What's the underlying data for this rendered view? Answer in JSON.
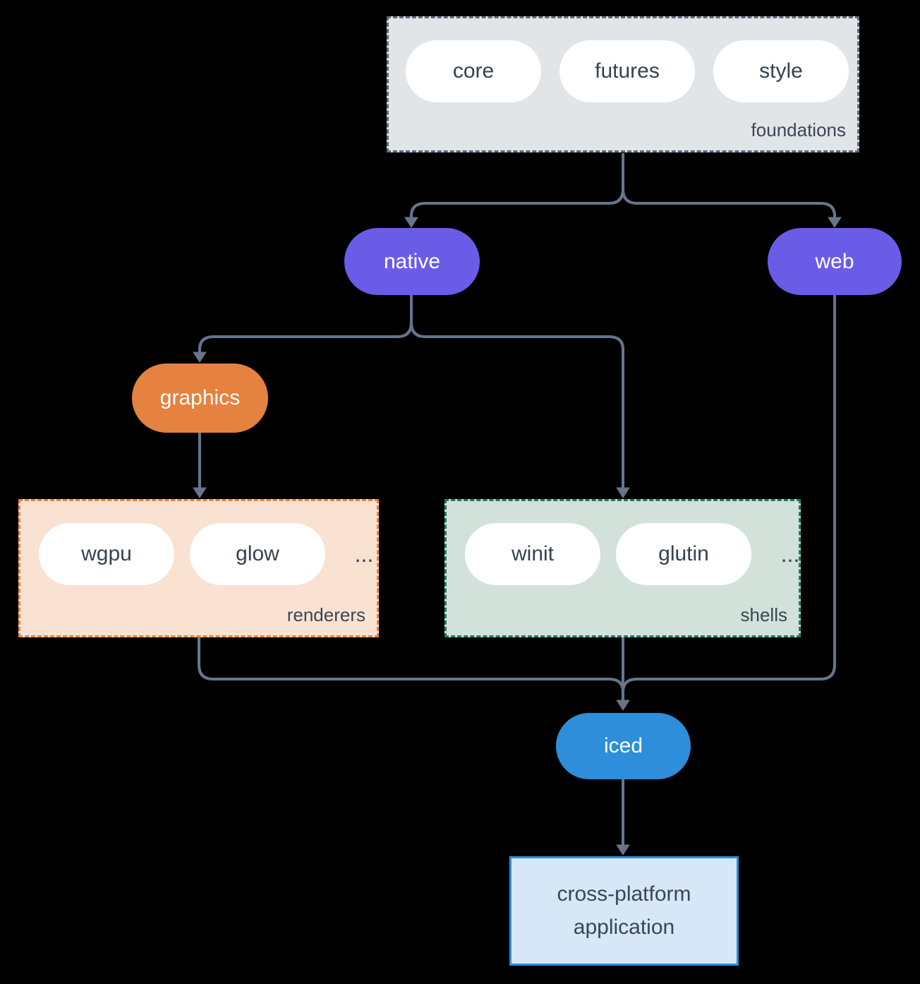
{
  "diagram": {
    "groups": {
      "foundations": {
        "label": "foundations",
        "pills": [
          "core",
          "futures",
          "style"
        ]
      },
      "renderers": {
        "label": "renderers",
        "pills": [
          "wgpu",
          "glow"
        ],
        "ellipsis": "..."
      },
      "shells": {
        "label": "shells",
        "pills": [
          "winit",
          "glutin"
        ],
        "ellipsis": "..."
      }
    },
    "nodes": {
      "native": {
        "label": "native"
      },
      "web": {
        "label": "web"
      },
      "graphics": {
        "label": "graphics"
      },
      "iced": {
        "label": "iced"
      },
      "application": {
        "label": "cross-platform application"
      }
    },
    "colors": {
      "background": "#000000",
      "connector_line": "#66758c",
      "purple_node": "#6b5ce7",
      "orange_node": "#e5823f",
      "blue_node": "#2e8ed9",
      "foundations_fill": "#e1e5e8",
      "foundations_border": "#5c6b78",
      "renderers_fill": "#f9e2d2",
      "renderers_border": "#e5823f",
      "shells_fill": "#d3e1db",
      "shells_border": "#1f7a67",
      "application_fill": "#d8e7f7",
      "application_border": "#2e8ed9",
      "pill_fill": "#ffffff",
      "dark_text": "#36424e"
    }
  }
}
